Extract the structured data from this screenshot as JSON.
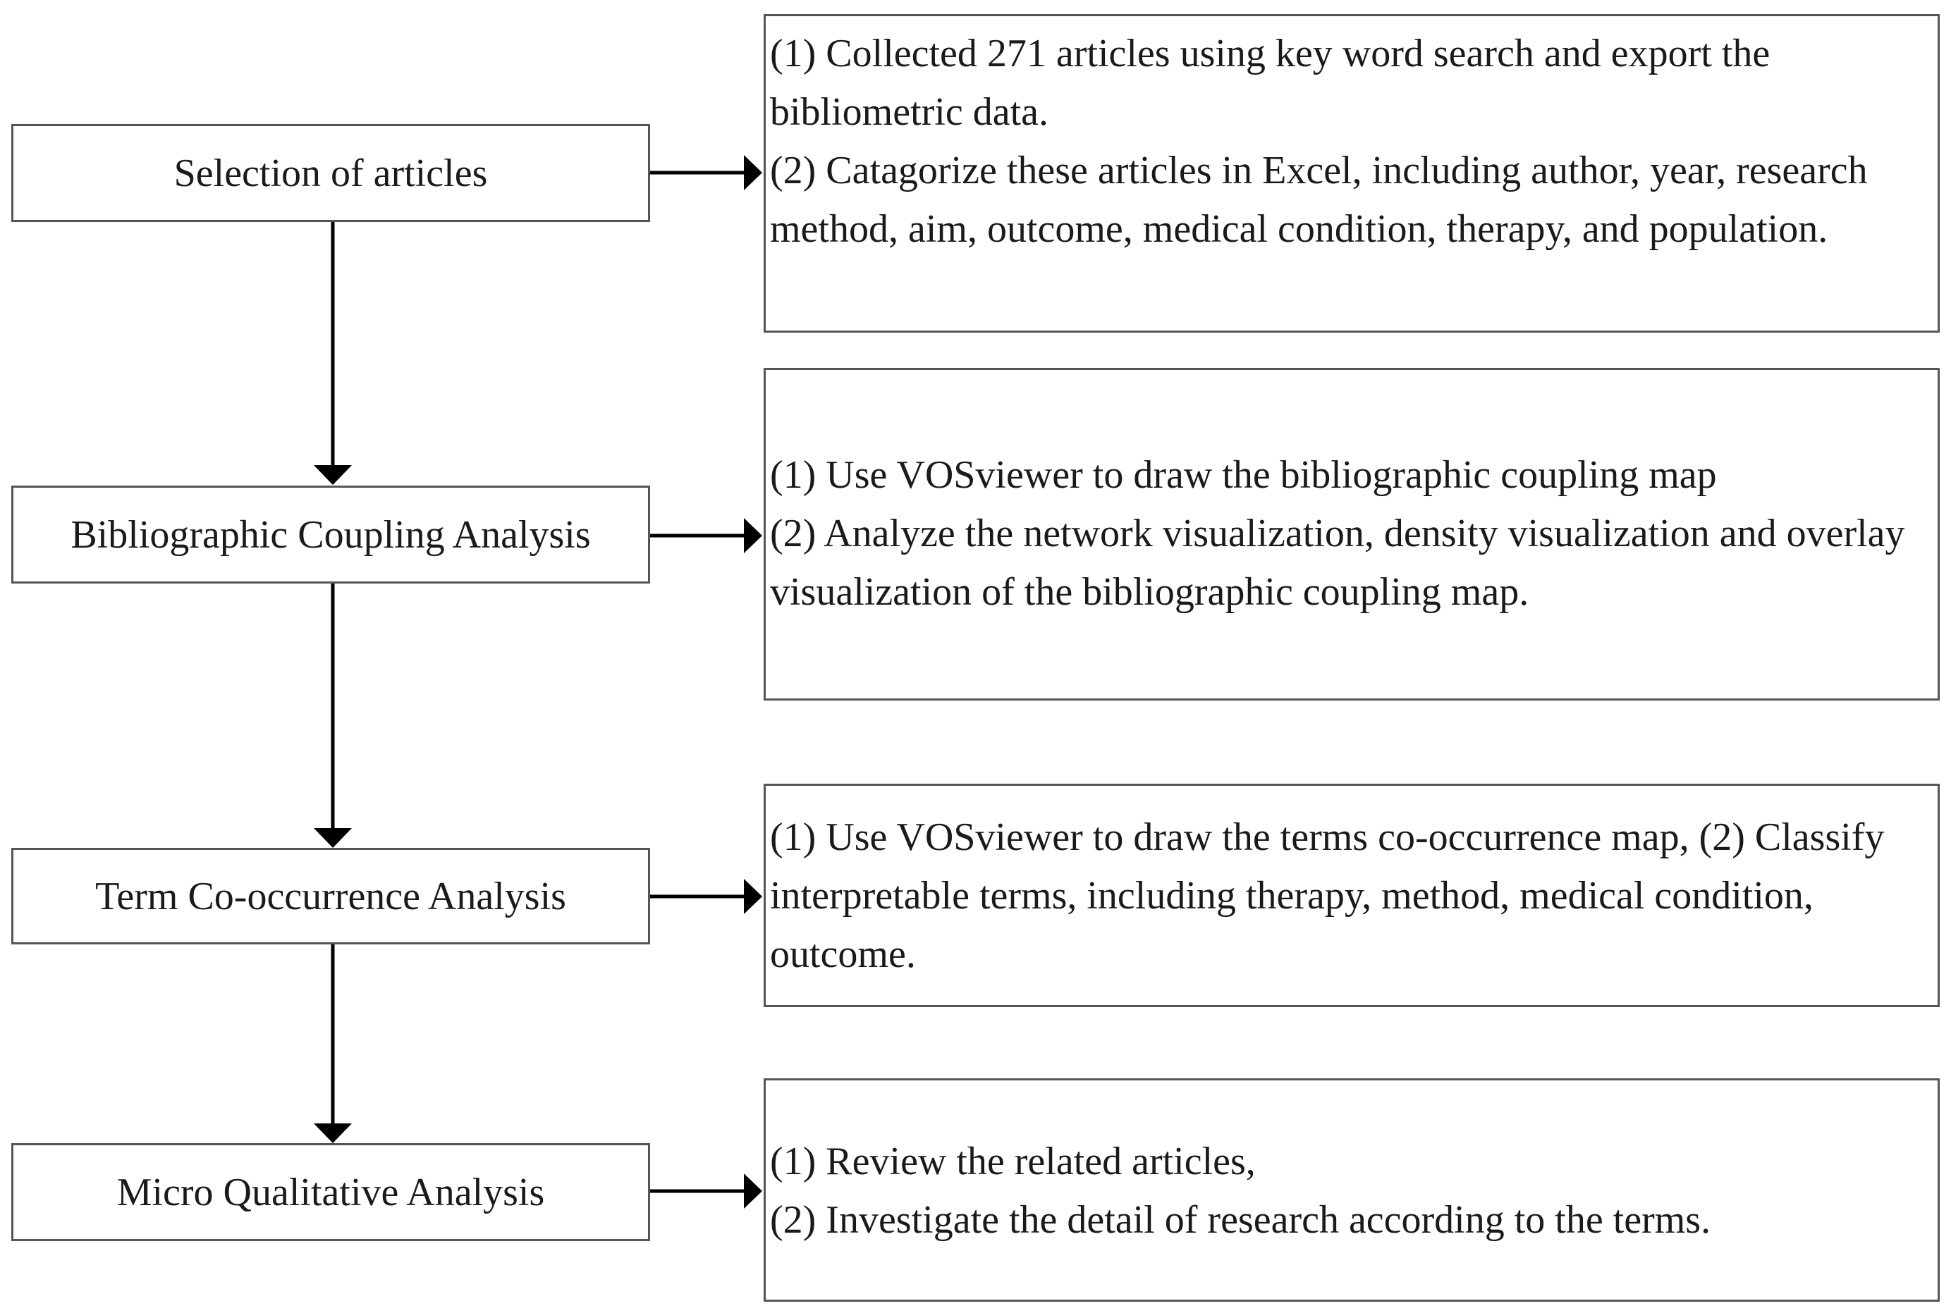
{
  "steps": [
    {
      "label": "Selection of articles",
      "details": [
        "(1) Collected 271 articles using key word search and export the bibliometric data.",
        "(2) Catagorize these articles in Excel, including author, year, research method, aim, outcome, medical condition, therapy, and population."
      ]
    },
    {
      "label": "Bibliographic Coupling Analysis",
      "details": [
        "(1) Use VOSviewer to draw the bibliographic coupling map",
        "(2) Analyze the network visualization, density visualization and overlay visualization of the bibliographic coupling map."
      ]
    },
    {
      "label": "Term Co-occurrence Analysis",
      "details": [
        "(1) Use VOSviewer  to draw the terms co-occurrence map, (2) Classify interpretable terms, including therapy, method, medical condition, outcome."
      ]
    },
    {
      "label": "Micro Qualitative Analysis",
      "details": [
        "(1) Review the related articles,",
        "(2) Investigate the detail of research according to the terms."
      ]
    }
  ]
}
